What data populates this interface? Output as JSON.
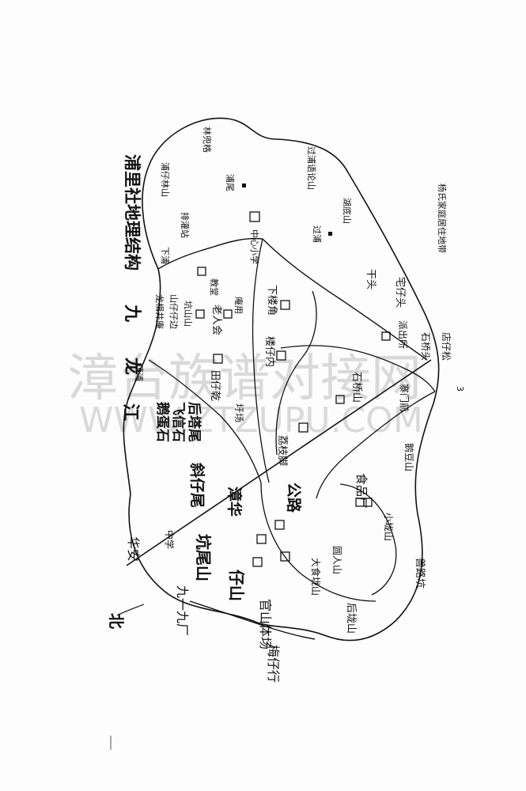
{
  "map": {
    "title": "浦里社地理结构",
    "river": [
      "九",
      "龙",
      "江"
    ],
    "compass": "北",
    "page_number": "3",
    "watermark": {
      "cn": "漳台族谱对接网",
      "en": "WWW.ZTZUPU.COM"
    },
    "places": {
      "linjiuge": "林兜格",
      "puziLinshan": "浦仔林山",
      "guopuYulunshan": "过浦语论山",
      "hudishan": "湖底山",
      "puwei": "浦尾",
      "paiguanzhan": "排灌站",
      "xiapu": "下浦",
      "zhongxinxiaoxue": "中心小学",
      "guopu": "过浦",
      "qianTou": "干头",
      "zhaiZaitou": "宅仔头",
      "yangshiJiating": "杨氏家庭居住地带",
      "longlin": "龙楫井庵",
      "shanzai": "山仔仔边",
      "kengshan": "坑山山",
      "laorenhui": "老人会",
      "jiaotang": "教堂",
      "yanyong": "庵用",
      "xialoujiao": "下楼角",
      "dingpu": "顶浦",
      "tianziqian": "田仔乾",
      "louzainei": "楼仔内",
      "shiqiaoshan": "石桥山",
      "paichusuo": "派出所",
      "shiqiaotou": "石桥头",
      "dianzaisong": "店仔松",
      "haochang": "圩场",
      "lizhijiao": "荔枝脚",
      "zhaimenqian": "寨门前",
      "edoushan": "鹅豆山",
      "edanshi": "鹅蛋石",
      "feixinshi": "飞信石",
      "houtawei": "后塔尾",
      "xiezaiwei": "斜仔尾",
      "zhongxue": "中学",
      "zhanghua": "漳华",
      "gonglu": "公路",
      "shipinchang": "食品厂",
      "xiaolongshan": "小垅山",
      "dashilongshan": "大食垅山",
      "yuanrenshan": "圆人山",
      "houlongshan": "后垅山",
      "huosuokeng": "兽路坑",
      "kengweishan": "坑尾山",
      "zaishan": "仔山",
      "huaan": "华安",
      "jiuyijiuchang": "九一九厂",
      "guanshanchang": "官山体场",
      "meizaihang": "梅仔行"
    }
  }
}
